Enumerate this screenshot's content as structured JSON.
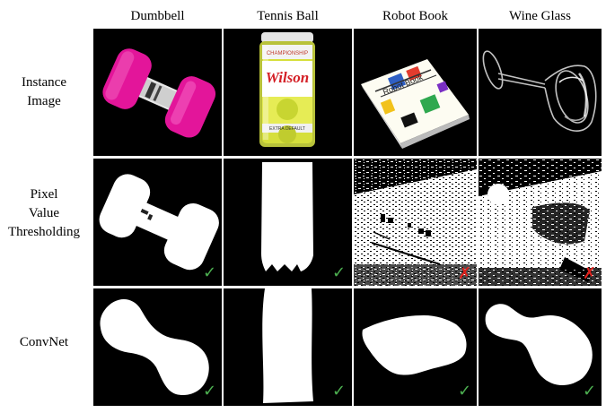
{
  "columns": [
    "Dumbbell",
    "Tennis Ball",
    "Robot Book",
    "Wine Glass"
  ],
  "rows": [
    {
      "label": [
        "Instance",
        "Image"
      ]
    },
    {
      "label": [
        "Pixel",
        "Value",
        "Thresholding"
      ]
    },
    {
      "label": [
        "ConvNet"
      ]
    }
  ],
  "product_text": {
    "can_brand": "Wilson",
    "can_top": "CHAMPIONSHIP",
    "can_bottom": "EXTRA DEFAULT",
    "book_title": "Robot Book"
  },
  "marks": [
    [
      "check",
      "check",
      "cross",
      "cross"
    ],
    [
      "check",
      "check",
      "check",
      "check"
    ]
  ],
  "mark_symbols": {
    "check": "✓",
    "cross": "✗"
  },
  "colors": {
    "check": "#4caf50",
    "cross": "#e0201b",
    "dumbbell": "#e3159a"
  }
}
